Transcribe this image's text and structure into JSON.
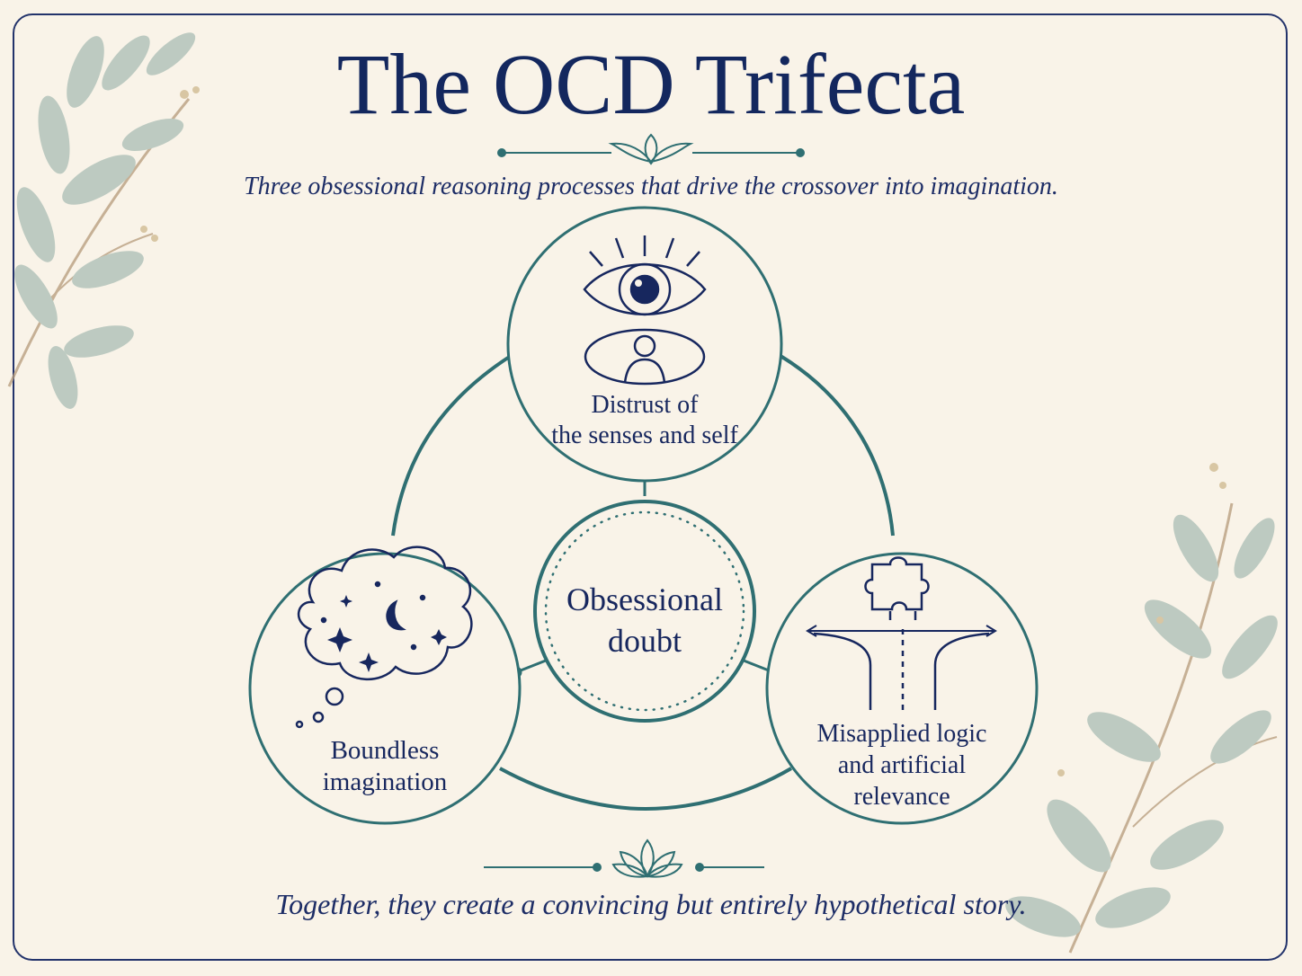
{
  "title": "The OCD Trifecta",
  "subtitle": "Three obsessional reasoning processes that drive the crossover into imagination.",
  "center": {
    "label_line1": "Obsessional",
    "label_line2": "doubt"
  },
  "nodes": [
    {
      "id": "senses",
      "line1": "Distrust of",
      "line2": "the senses and self",
      "icon": "eye-icon"
    },
    {
      "id": "imagination",
      "line1": "Boundless",
      "line2": "imagination",
      "icon": "thought-cloud-icon"
    },
    {
      "id": "logic",
      "line1": "Misapplied logic",
      "line2": "and artificial",
      "line3": "relevance",
      "icon": "puzzle-crossroads-icon"
    }
  ],
  "footer": "Together, they create a convincing but entirely hypothetical story.",
  "colors": {
    "navy": "#13275e",
    "teal": "#2f6f72",
    "background": "#f9f3e8",
    "leaf": "#8fa8a0"
  }
}
